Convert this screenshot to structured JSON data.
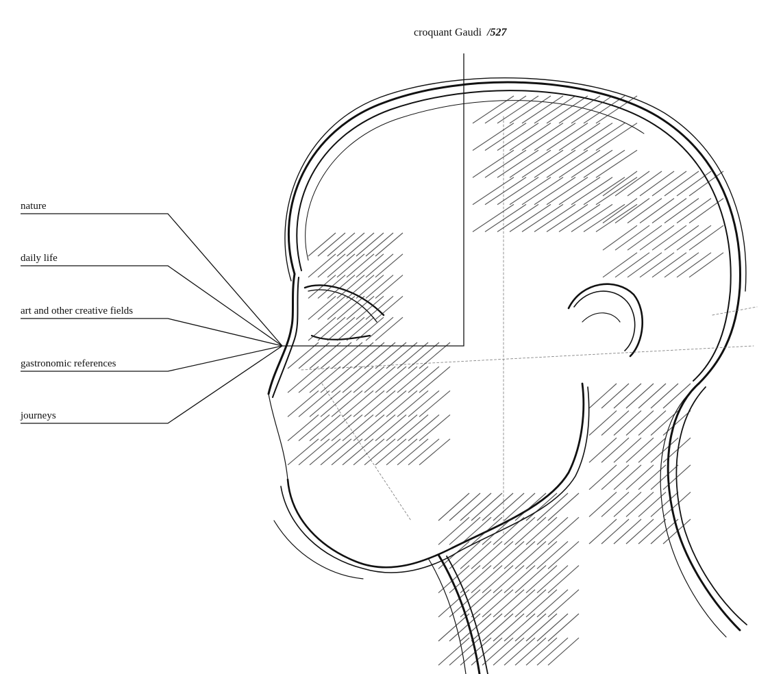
{
  "title": {
    "text": "croquant Gaudi",
    "number": "/527"
  },
  "labels": [
    "nature",
    "daily life",
    "art and other creative fields",
    "gastronomic references",
    "journeys"
  ]
}
